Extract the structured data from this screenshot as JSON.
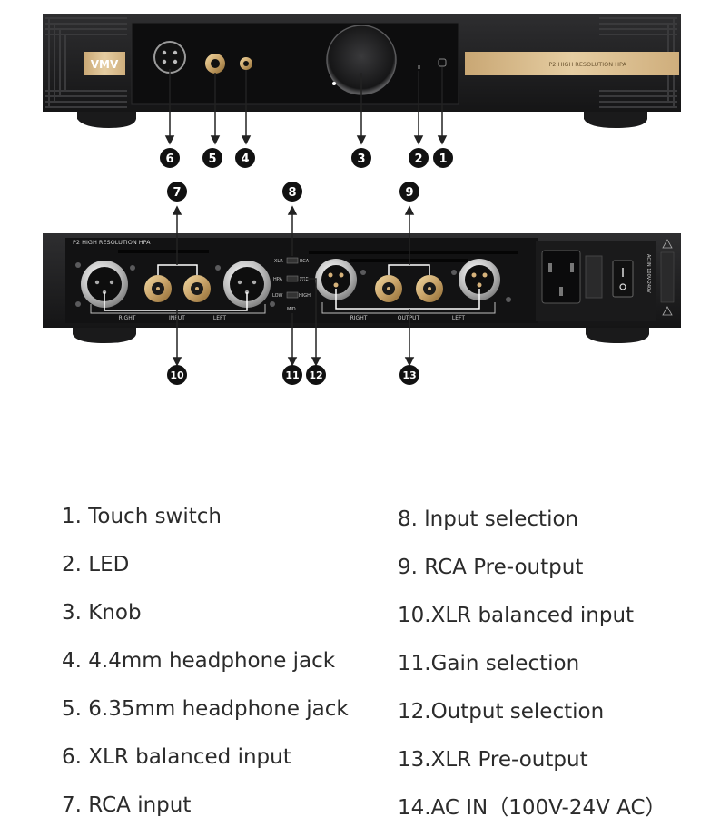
{
  "front_panel": {
    "logo": "VMV",
    "label_plate": "P2 HIGH RESOLUTION HPA"
  },
  "rear_panel": {
    "brand_text": "P2 HIGH RESOLUTION HPA",
    "input_right": "RIGHT",
    "input_label": "INPUT",
    "input_left": "LEFT",
    "output_right": "RIGHT",
    "output_label": "OUTPUT",
    "output_left": "LEFT",
    "switch_xlr": "XLR",
    "switch_rca": "RCA",
    "switch_hpa": "HPA",
    "switch_pre": "PRE",
    "switch_low": "LOW",
    "switch_high": "HIGH",
    "switch_mid": "MID",
    "ac_label": "AC IN 100V-240V"
  },
  "callouts": {
    "c1": "1",
    "c2": "2",
    "c3": "3",
    "c4": "4",
    "c5": "5",
    "c6": "6",
    "c7": "7",
    "c8": "8",
    "c9": "9",
    "c10": "10",
    "c11": "11",
    "c12": "12",
    "c13": "13"
  },
  "legend_left": [
    "1. Touch switch",
    "2. LED",
    "3. Knob",
    "4. 4.4mm headphone jack",
    "5. 6.35mm headphone jack",
    "6. XLR balanced input",
    "7. RCA input"
  ],
  "legend_right": [
    "8.  lnput selection",
    "9.  RCA Pre-output",
    "10.XLR balanced input",
    "11.Gain selection",
    "12.Output selection",
    "13.XLR Pre-output",
    "14.AC IN（100V-24V AC）"
  ],
  "colors": {
    "chassis": "#1c1c1e",
    "gold": "#c9a46a",
    "plate": "#d9bd8e",
    "silver": "#cfcfcf"
  }
}
